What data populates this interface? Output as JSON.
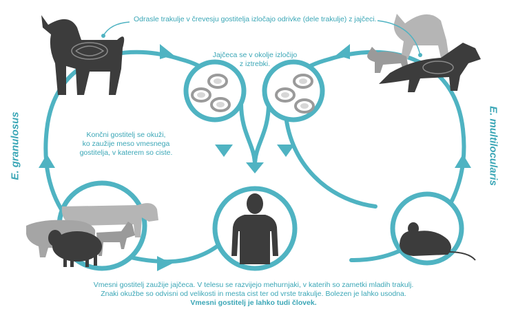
{
  "species": {
    "left": "E. granulosus",
    "right": "E. multilocularis"
  },
  "captions": {
    "adult_worms": "Odrasle trakulje v črevesju gostitelja izločajo odrivke (dele trakulje) z jajčeci.",
    "eggs_line1": "Jajčeca se v okolje izločijo",
    "eggs_line2": "z iztrebki.",
    "definitive_line1": "Končni gostitelj se okuži,",
    "definitive_line2": "ko zaužije meso vmesnega",
    "definitive_line3": "gostitelja, v katerem so ciste.",
    "intermediate_line1": "Vmesni gostitelj zaužije jajčeca. V telesu se razvijejo mehurnjaki, v katerih so zametki mladih trakulj.",
    "intermediate_line2": "Znaki okužbe so odvisni od velikosti in mesta cist ter od vrste trakulje. Bolezen je lahko usodna.",
    "intermediate_line3": "Vmesni gostitelj je lahko tudi človek."
  },
  "colors": {
    "teal": "#4fb3c2",
    "teal_text": "#3aa6b6",
    "dark_silhouette": "#3c3c3c",
    "mid_silhouette": "#5c5c5c",
    "light_silhouette": "#b5b5b5",
    "egg_grey": "#9a9a9a"
  }
}
